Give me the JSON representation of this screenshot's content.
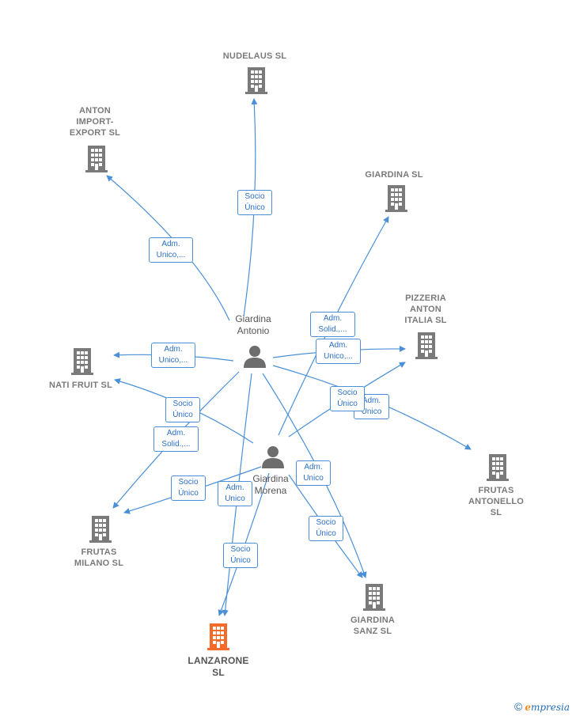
{
  "colors": {
    "edge": "#4a90d9",
    "company": "#7a7a7a",
    "focus_company": "#f26b2a",
    "person": "#6d6d6d"
  },
  "persons": [
    {
      "id": "antonio",
      "label_lines": [
        "Giardina",
        "Antonio"
      ]
    },
    {
      "id": "morena",
      "label_lines": [
        "Giardina",
        "Morena"
      ]
    }
  ],
  "companies": [
    {
      "id": "nudelaus",
      "label_lines": [
        "NUDELAUS  SL"
      ]
    },
    {
      "id": "anton_import",
      "label_lines": [
        "ANTON",
        "IMPORT-",
        "EXPORT SL"
      ]
    },
    {
      "id": "giardina_sl",
      "label_lines": [
        "GIARDINA  SL"
      ]
    },
    {
      "id": "pizzeria",
      "label_lines": [
        "PIZZERIA",
        "ANTON",
        "ITALIA  SL"
      ]
    },
    {
      "id": "nati_fruit",
      "label_lines": [
        "NATI FRUIT  SL"
      ]
    },
    {
      "id": "frutas_antonello",
      "label_lines": [
        "FRUTAS",
        "ANTONELLO",
        "SL"
      ]
    },
    {
      "id": "frutas_milano",
      "label_lines": [
        "FRUTAS",
        "MILANO  SL"
      ]
    },
    {
      "id": "giardina_sanz",
      "label_lines": [
        "GIARDINA",
        "SANZ  SL"
      ]
    },
    {
      "id": "lanzarone",
      "label_lines": [
        "LANZARONE",
        "SL"
      ],
      "focus": true
    }
  ],
  "edge_labels": [
    {
      "id": "e1",
      "lines": [
        "Socio",
        "Único"
      ]
    },
    {
      "id": "e2",
      "lines": [
        "Adm.",
        "Unico,..."
      ]
    },
    {
      "id": "e3",
      "lines": [
        "Adm.",
        "Solid.,..."
      ]
    },
    {
      "id": "e4",
      "lines": [
        "Adm.",
        "Unico,..."
      ]
    },
    {
      "id": "e5",
      "lines": [
        "Adm.",
        "Unico,..."
      ]
    },
    {
      "id": "e6",
      "lines": [
        "Socio",
        "Único"
      ]
    },
    {
      "id": "e7",
      "lines": [
        "Adm.",
        "Unico"
      ]
    },
    {
      "id": "e8",
      "lines": [
        "Socio",
        "Único"
      ]
    },
    {
      "id": "e9",
      "lines": [
        "Adm.",
        "Solid.,..."
      ]
    },
    {
      "id": "e10",
      "lines": [
        "Socio",
        "Único"
      ]
    },
    {
      "id": "e11",
      "lines": [
        "Adm.",
        "Unico"
      ]
    },
    {
      "id": "e12",
      "lines": [
        "Adm.",
        "Unico"
      ]
    },
    {
      "id": "e13",
      "lines": [
        "Socio",
        "Único"
      ]
    },
    {
      "id": "e14",
      "lines": [
        "Socio",
        "Único"
      ]
    }
  ],
  "brand": {
    "copyright": "©",
    "initial": "e",
    "rest": "mpresia"
  }
}
